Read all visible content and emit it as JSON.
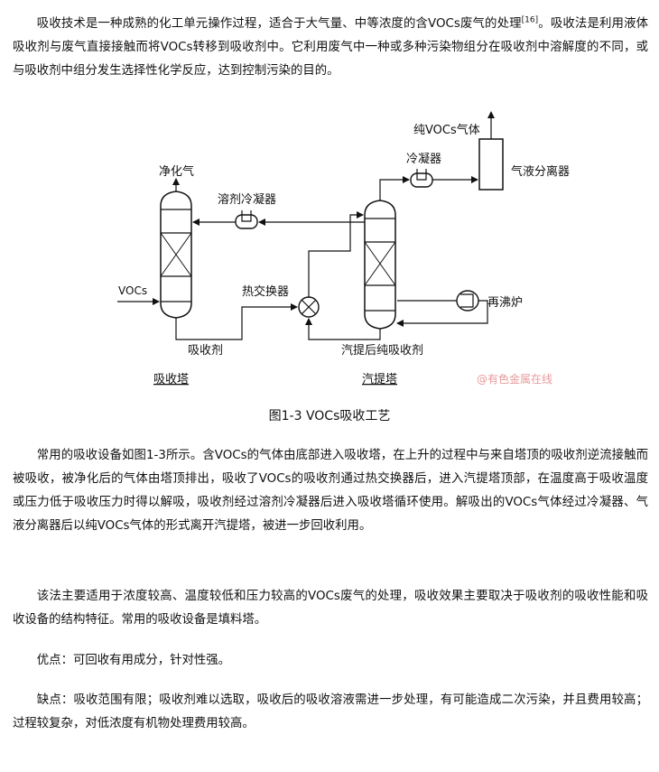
{
  "intro": {
    "text": "吸收技术是一种成熟的化工单元操作过程，适合于大气量、中等浓度的含VOCs废气的处理",
    "ref": "[16]",
    "text2": "。吸收法是利用液体吸收剂与废气直接接触而将VOCs转移到吸收剂中。它利用废气中一种或多种污染物组分在吸收剂中溶解度的不同，或与吸收剂中组分发生选择性化学反应，达到控制污染的目的。"
  },
  "figure": {
    "labels": {
      "purified_gas": "净化气",
      "vocs_in": "VOCs",
      "solvent_condenser": "溶剂冷凝器",
      "heat_exchanger": "热交换器",
      "absorbent": "吸收剂",
      "absorption_tower": "吸收塔",
      "stripping_tower": "汽提塔",
      "pure_vocs": "纯VOCs气体",
      "condenser": "冷凝器",
      "gas_liquid_separator": "气液分离器",
      "reboiler": "再沸炉",
      "stripped_absorbent": "汽提后纯吸收剂",
      "watermark": "@有色金属在线"
    },
    "caption": "图1-3 VOCs吸收工艺"
  },
  "para2": "常用的吸收设备如图1-3所示。含VOCs的气体由底部进入吸收塔，在上升的过程中与来自塔顶的吸收剂逆流接触而被吸收，被净化后的气体由塔顶排出，吸收了VOCs的吸收剂通过热交换器后，进入汽提塔顶部，在温度高于吸收温度或压力低于吸收压力时得以解吸，吸收剂经过溶剂冷凝器后进入吸收塔循环使用。解吸出的VOCs气体经过冷凝器、气液分离器后以纯VOCs气体的形式离开汽提塔，被进一步回收利用。",
  "para3": "该法主要适用于浓度较高、温度较低和压力较高的VOCs废气的处理，吸收效果主要取决于吸收剂的吸收性能和吸收设备的结构特征。常用的吸收设备是填料塔。",
  "para4": "优点：可回收有用成分，针对性强。",
  "para5": "缺点：吸收范围有限；吸收剂难以选取，吸收后的吸收溶液需进一步处理，有可能造成二次污染，并且费用较高；过程较复杂，对低浓度有机物处理费用较高。"
}
